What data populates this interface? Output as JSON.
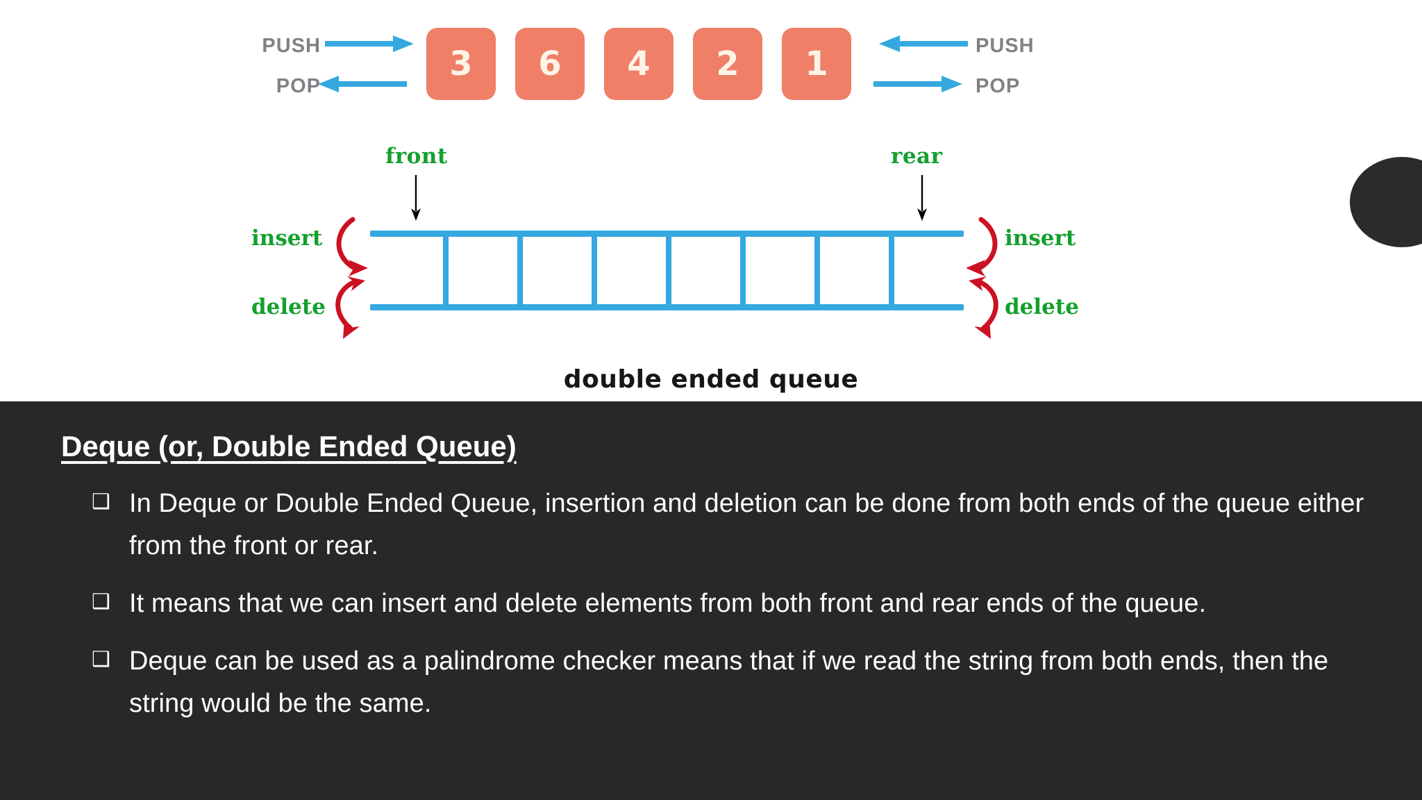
{
  "diagram": {
    "stack": {
      "left_labels": [
        "PUSH",
        "POP"
      ],
      "right_labels": [
        "PUSH",
        "POP"
      ],
      "cells": [
        "3",
        "6",
        "4",
        "2",
        "1"
      ],
      "cell_color": "#f07f68",
      "arrow_color": "#35a8e0",
      "label_color": "#808184"
    },
    "pointers": {
      "front": "front",
      "rear": "rear",
      "color": "#14a02e"
    },
    "operations": {
      "left_insert": "insert",
      "left_delete": "delete",
      "right_insert": "insert",
      "right_delete": "delete",
      "arrow_color": "#cc1122"
    },
    "deque": {
      "cell_count": 7,
      "rail_color": "#35a8e0"
    },
    "caption": "double ended queue"
  },
  "slide": {
    "heading": "Deque (or, Double Ended Queue)",
    "background_color": "#282828",
    "text_color": "#ffffff",
    "bullet_marker": "❑",
    "bullets": [
      "In Deque or Double Ended Queue, insertion and deletion can be done from both ends of the queue either from the front or rear.",
      "It means that we can insert and delete elements from both front and rear ends of the queue.",
      "Deque can be used as a palindrome checker means that if we read the string from both ends, then the string would be the same."
    ]
  }
}
